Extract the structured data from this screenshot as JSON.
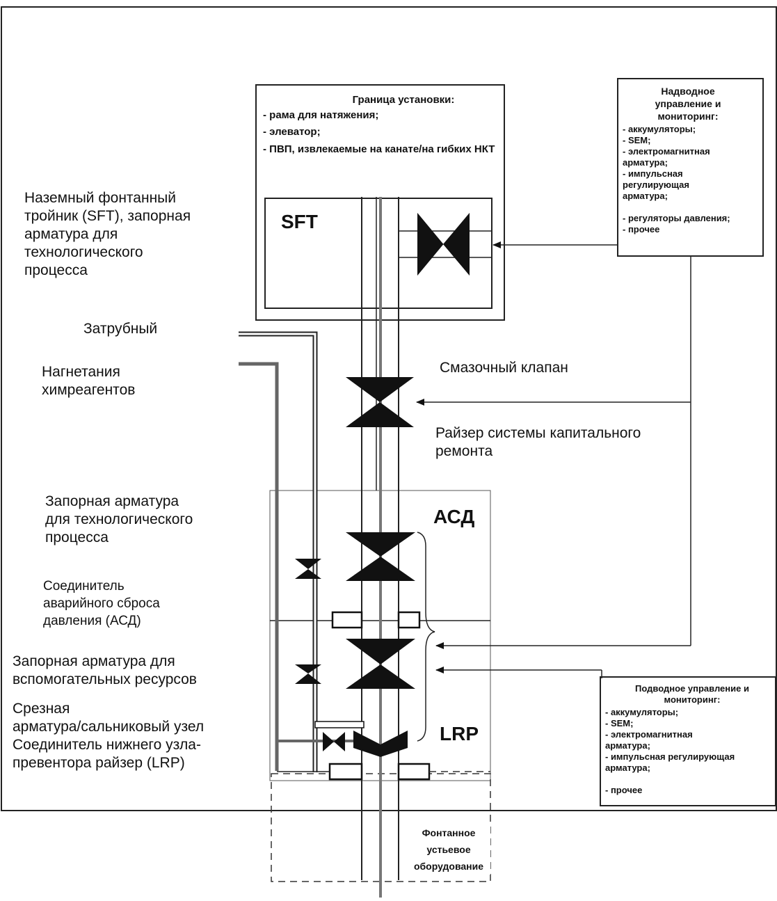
{
  "install_box": {
    "title": "Граница установки:",
    "items": [
      "- рама для натяжения;",
      "- элеватор;",
      "- ПВП, извлекаемые на канате/на гибких НКТ"
    ]
  },
  "surface_control": {
    "title": "Надводное\nуправление и\nмониторинг:",
    "items": [
      "- аккумуляторы;",
      "- SEM;",
      "- электромагнитная арматура;",
      "- импульсная регулирующая арматура;",
      "- регуляторы давления;",
      "- прочее"
    ]
  },
  "subsea_control": {
    "title": "Подводное управление и\nмониторинг:",
    "items": [
      "- аккумуляторы;",
      "- SEM;",
      "- электромагнитная арматура;",
      "- импульсная регулирующая арматура;",
      "- прочее"
    ]
  },
  "tags": {
    "sft": "SFT",
    "asd": "АСД",
    "lrp": "LRP"
  },
  "labels": {
    "sft_desc": "Наземный фонтанный\nтройник (SFT), запорная\nарматура для\nтехнологического\nпроцесса",
    "annulus": "Затрубный",
    "chem": "Нагнетания\nхимреагентов",
    "grease": "Смазочный клапан",
    "riser": "Райзер системы капитального\nремонта",
    "process_valves": "Запорная арматура\nдля технологического\nпроцесса",
    "eds_connector": "Соединитель\nаварийного сброса\nдавления (АСД)",
    "aux_valves": "Запорная арматура для\nвспомогательных ресурсов",
    "shear": "Срезная\nарматура/сальниковый узел",
    "lrp_connector": "Соединитель нижнего узла-\nпревентора райзер (LRP)",
    "tree": "Фонтанное\nустьевое\nоборудование"
  }
}
